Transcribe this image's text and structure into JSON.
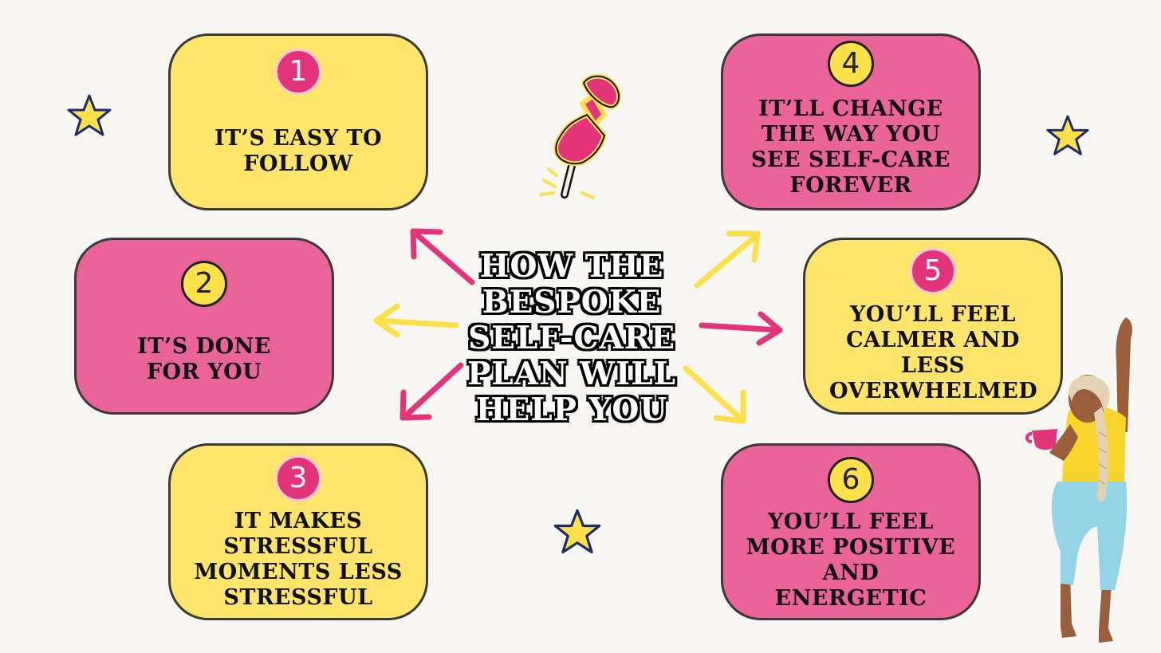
{
  "title": "HOW THE BESPOKE SELF-CARE PLAN WILL HELP YOU",
  "colors": {
    "yellow": "#fde56c",
    "pink": "#ea6399",
    "hot_pink": "#e3347b",
    "background": "#f7f6f2",
    "outline": "#3a3a3a"
  },
  "cards": [
    {
      "number": "1",
      "text": "IT’S EASY TO FOLLOW",
      "color": "yellow"
    },
    {
      "number": "2",
      "text": "IT’S DONE FOR YOU",
      "color": "pink"
    },
    {
      "number": "3",
      "text": "IT MAKES STRESSFUL MOMENTS LESS STRESSFUL",
      "color": "yellow"
    },
    {
      "number": "4",
      "text": "IT’LL CHANGE THE WAY YOU SEE SELF-CARE FOREVER",
      "color": "pink"
    },
    {
      "number": "5",
      "text": "YOU’LL FEEL CALMER AND LESS OVERWHELMED",
      "color": "yellow"
    },
    {
      "number": "6",
      "text": "YOU’LL FEEL MORE POSITIVE AND ENERGETIC",
      "color": "pink"
    }
  ],
  "icons": [
    "pushpin-icon",
    "star-icon",
    "woman-with-mug-illustration"
  ]
}
